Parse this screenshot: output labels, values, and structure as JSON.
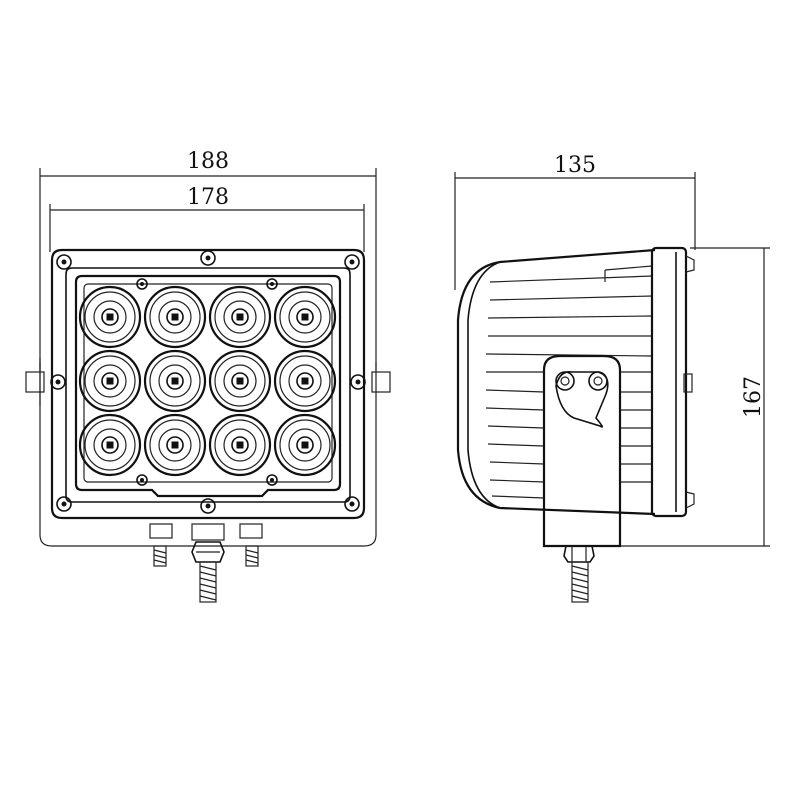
{
  "dimensions": {
    "overall_width": "188",
    "lens_width": "178",
    "depth": "135",
    "height": "167"
  },
  "front_view": {
    "led_rows": 3,
    "led_cols": 4
  },
  "colors": {
    "line": "#111111",
    "background": "#ffffff"
  }
}
